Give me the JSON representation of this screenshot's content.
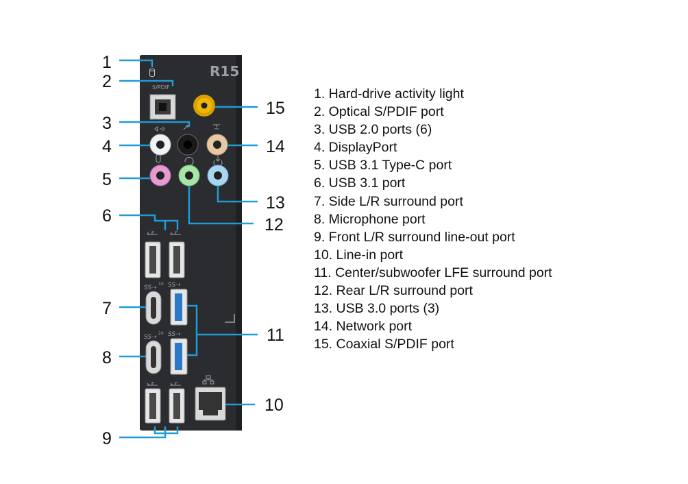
{
  "panel": {
    "model_label": "R15",
    "spdif_label": "S/PDIF",
    "usb_c_top_speed": "10",
    "usb_c_bottom_speed": "20"
  },
  "callouts": [
    "1",
    "2",
    "3",
    "4",
    "5",
    "6",
    "7",
    "8",
    "9",
    "10",
    "11",
    "12",
    "13",
    "14",
    "15"
  ],
  "legend": [
    "1. Hard-drive activity light",
    "2. Optical S/PDIF port",
    "3. USB 2.0 ports (6)",
    "4. DisplayPort",
    "5. USB 3.1 Type-C port",
    "6. USB 3.1 port",
    "7. Side L/R surround port",
    "8. Microphone port",
    "9. Front L/R surround line-out port",
    "10. Line-in port",
    "11. Center/subwoofer LFE surround port",
    "12. Rear L/R surround port",
    "13. USB 3.0 ports (3)",
    "14. Network port",
    "15. Coaxial S/PDIF port"
  ],
  "colors": {
    "panel": "#2a2c2f",
    "leader": "#1f9bd6",
    "coax": "#e0a800",
    "jack_white": "#f2f2f2",
    "jack_black": "#1a1a1a",
    "jack_orange": "#e8c9a6",
    "jack_pink": "#e59ad0",
    "jack_green": "#a8e6a8",
    "jack_blue": "#a9d7f2",
    "usb3_blue": "#2a78c8"
  }
}
